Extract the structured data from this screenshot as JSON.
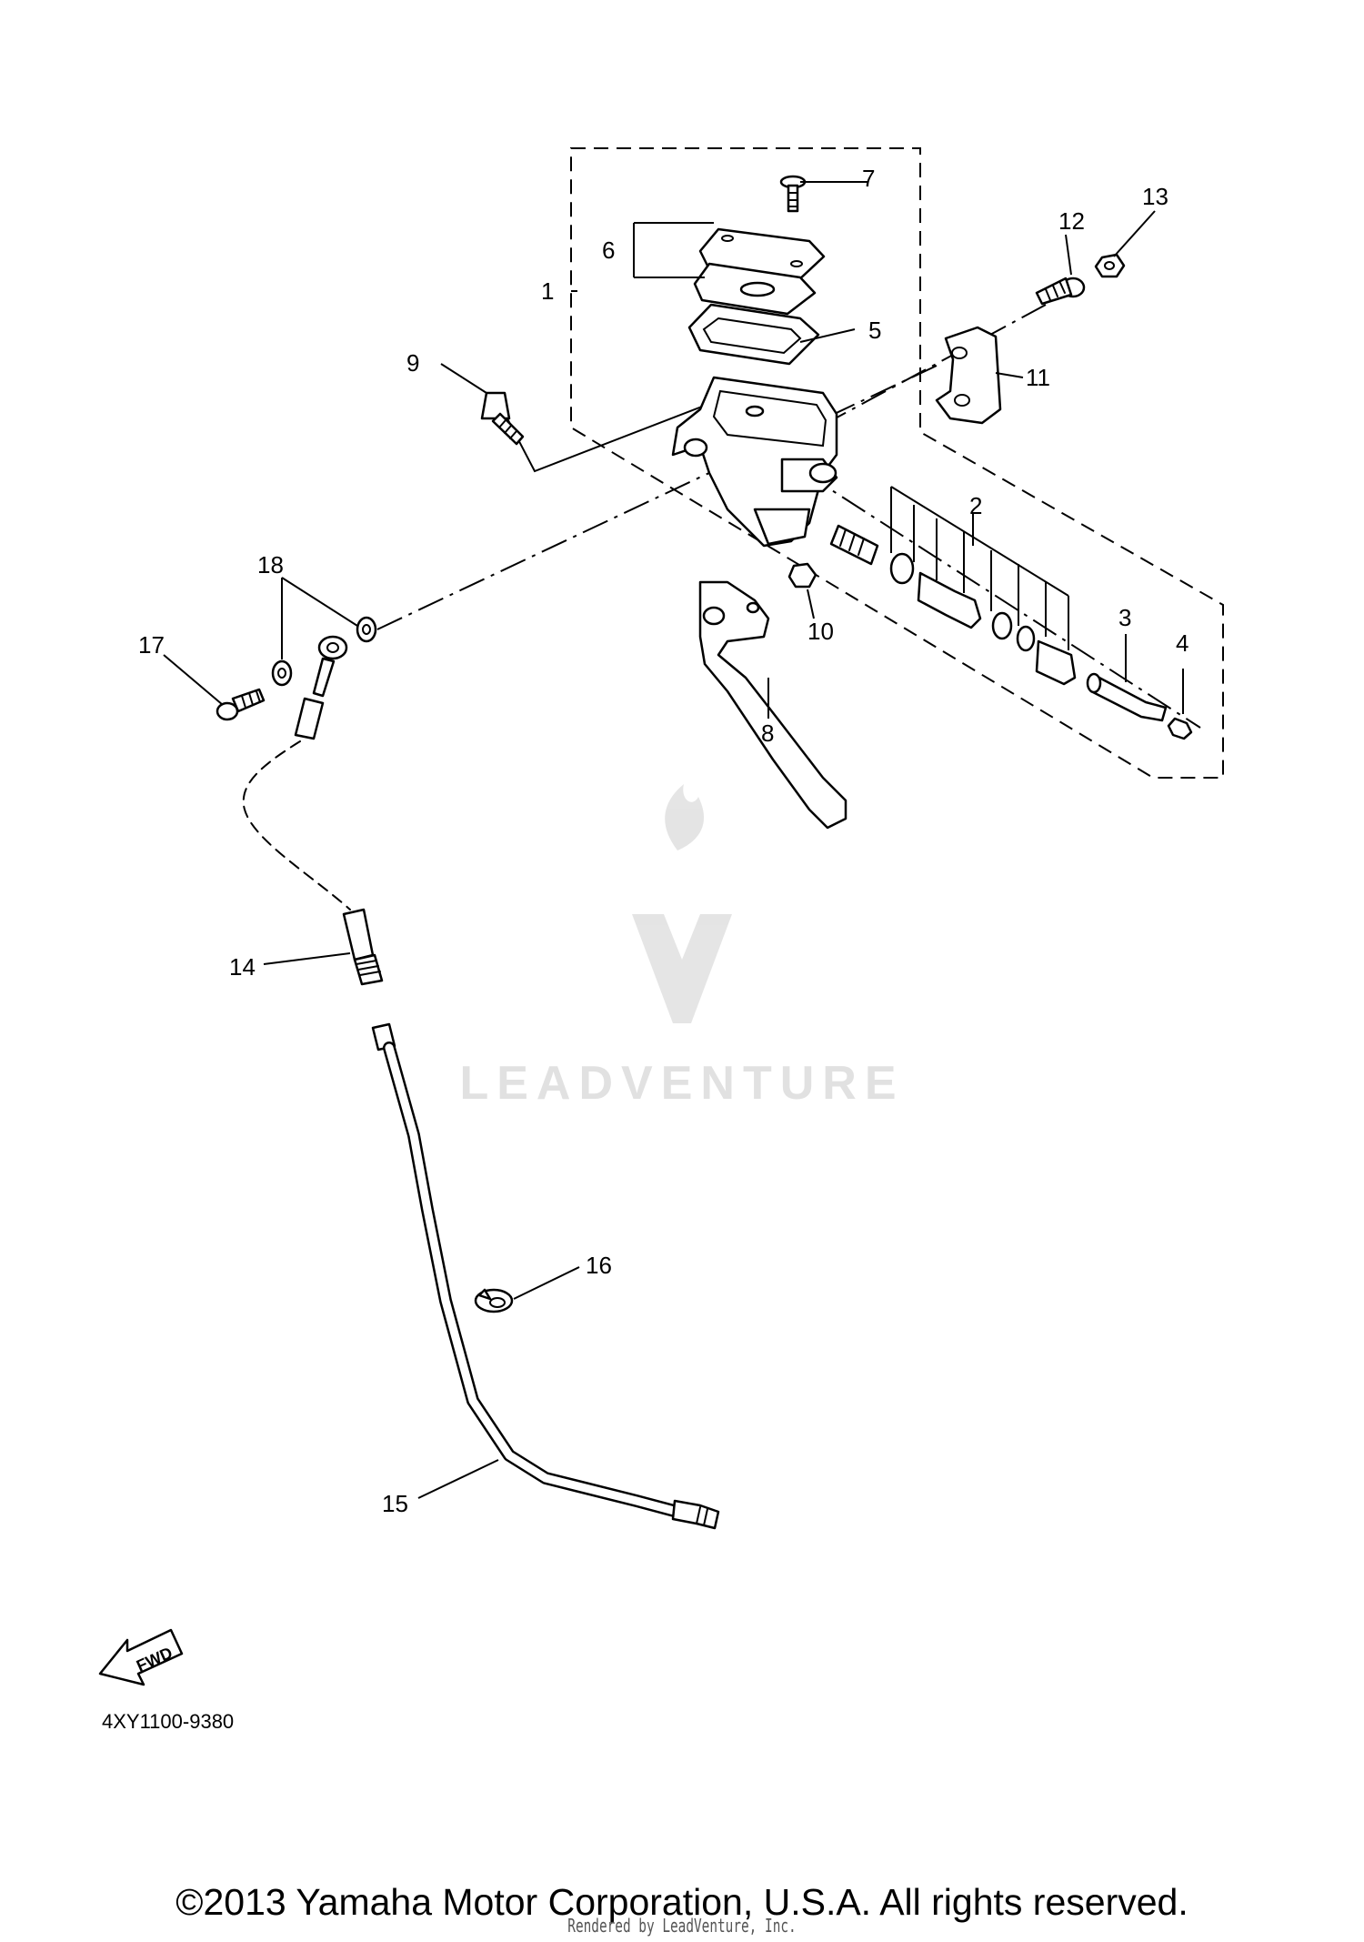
{
  "diagram": {
    "callouts": [
      {
        "id": "1",
        "label": "1"
      },
      {
        "id": "2",
        "label": "2"
      },
      {
        "id": "3",
        "label": "3"
      },
      {
        "id": "4",
        "label": "4"
      },
      {
        "id": "5",
        "label": "5"
      },
      {
        "id": "6",
        "label": "6"
      },
      {
        "id": "7",
        "label": "7"
      },
      {
        "id": "8",
        "label": "8"
      },
      {
        "id": "9",
        "label": "9"
      },
      {
        "id": "10",
        "label": "10"
      },
      {
        "id": "11",
        "label": "11"
      },
      {
        "id": "12",
        "label": "12"
      },
      {
        "id": "13",
        "label": "13"
      },
      {
        "id": "14",
        "label": "14"
      },
      {
        "id": "15",
        "label": "15"
      },
      {
        "id": "16",
        "label": "16"
      },
      {
        "id": "17",
        "label": "17"
      },
      {
        "id": "18",
        "label": "18"
      }
    ],
    "fwd_label": "FWD",
    "diagram_code": "4XY1100-9380"
  },
  "watermark": {
    "text": "LEADVENTURE"
  },
  "footer": {
    "copyright": "©2013 Yamaha Motor Corporation, U.S.A. All rights reserved.",
    "rendered_by": "Rendered by LeadVenture, Inc."
  }
}
